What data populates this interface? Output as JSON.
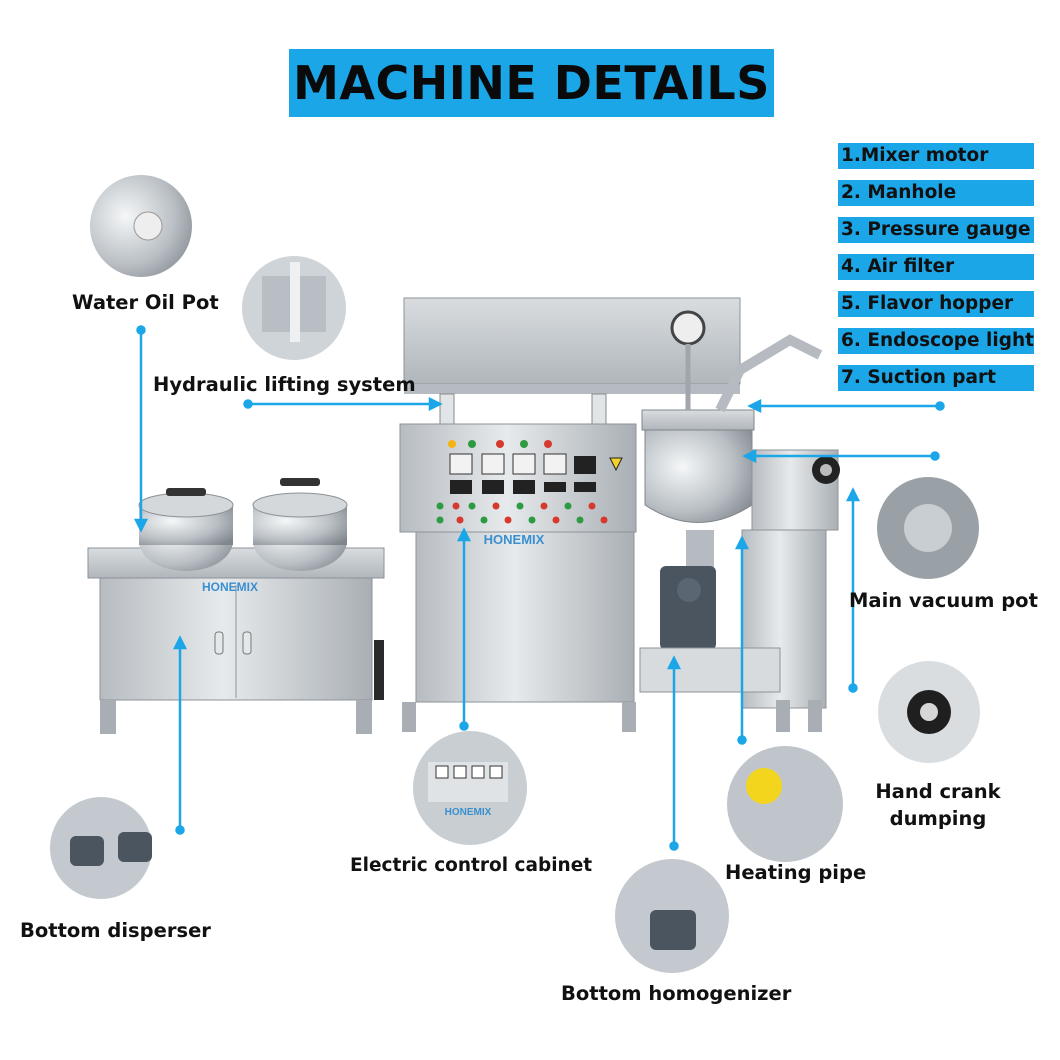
{
  "title": "MACHINE DETAILS",
  "parts": [
    "1.Mixer motor",
    "2. Manhole",
    "3. Pressure gauge",
    "4. Air filter",
    "5. Flavor hopper",
    "6. Endoscope light",
    "7. Suction part"
  ],
  "labels": {
    "water_oil_pot": "Water Oil Pot",
    "hydraulic_lifting": "Hydraulic lifting system",
    "main_vacuum_pot": "Main vacuum pot",
    "hand_crank_line1": "Hand crank",
    "hand_crank_line2": "dumping",
    "heating_pipe": "Heating pipe",
    "electric_cabinet": "Electric control cabinet",
    "bottom_disperser": "Bottom disperser",
    "bottom_homogenizer": "Bottom homogenizer"
  },
  "brand": {
    "left_cabinet": "HONEMIX",
    "main_cabinet": "HONEMIX",
    "inset_cabinet": "HONEMIX"
  },
  "colors": {
    "accent": "#1ba6e8",
    "steel": "#c9ced2"
  }
}
